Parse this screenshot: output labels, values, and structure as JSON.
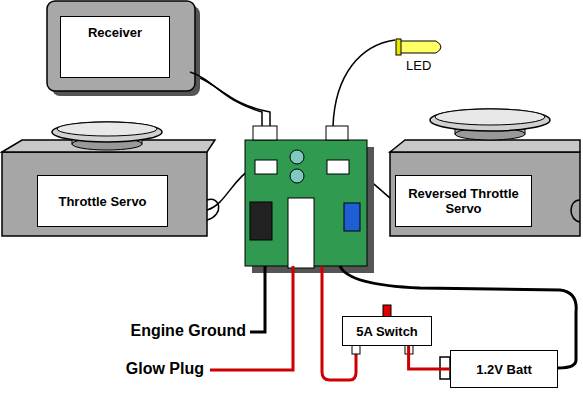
{
  "diagram": {
    "nodes": [
      {
        "text": [
          "Receiver"
        ]
      },
      {
        "text": [
          "Throttle Servo"
        ]
      },
      {
        "text": [
          "Reversed Throttle Servo"
        ]
      },
      {
        "text": [
          "5A Switch"
        ]
      },
      {
        "text": [
          "1.2V Batt"
        ]
      }
    ],
    "edges": [
      {
        "from": 3,
        "to": 4,
        "arrow": "none"
      }
    ],
    "labels": [
      "LED",
      "Engine Ground",
      "Glow Plug"
    ]
  }
}
